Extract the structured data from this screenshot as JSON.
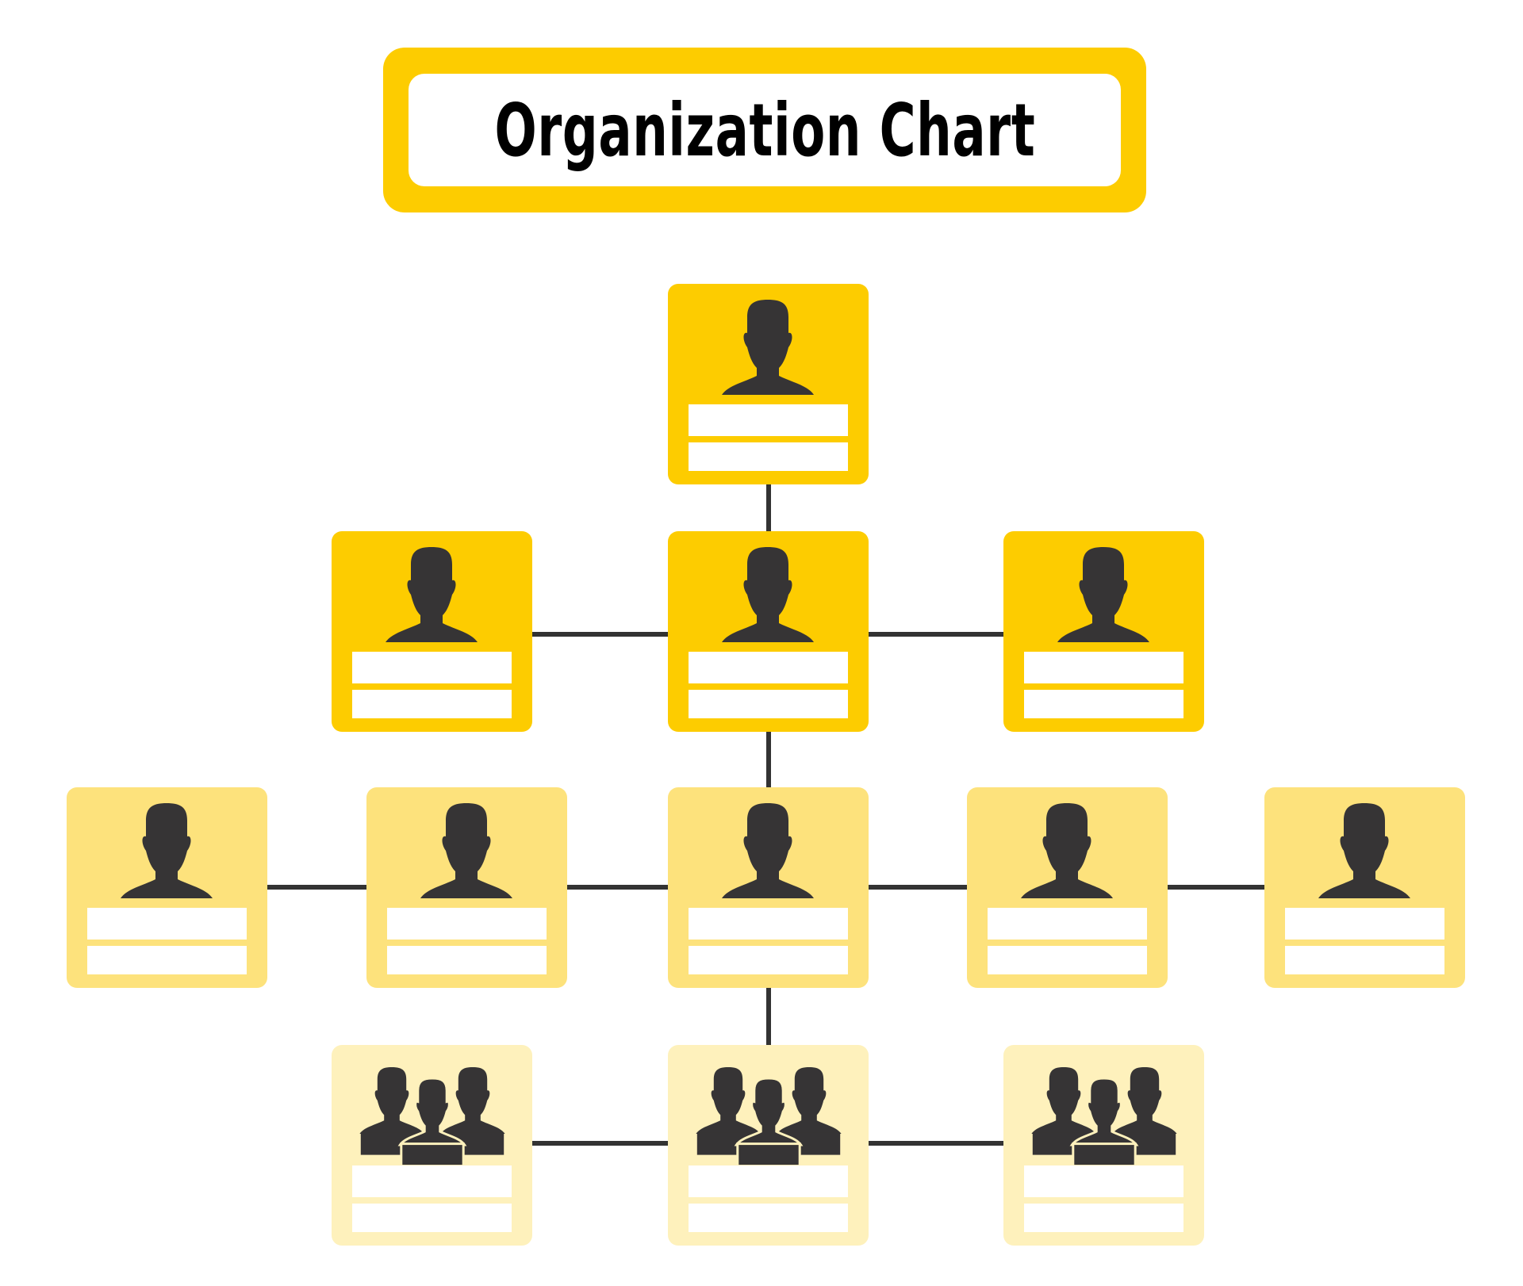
{
  "title": "Organization Chart",
  "colors": {
    "level1": "#FDCC00",
    "level2": "#FDCC00",
    "level3": "#FDE27C",
    "level4": "#FEF1BC",
    "silhouette": "#363435",
    "connector": "#333333",
    "title_border": "#FDCC00"
  },
  "icons": {
    "person": "person-silhouette-icon",
    "team": "team-silhouette-icon"
  },
  "levels": [
    {
      "level": 1,
      "nodes": 1,
      "icon": "person"
    },
    {
      "level": 2,
      "nodes": 3,
      "icon": "person"
    },
    {
      "level": 3,
      "nodes": 5,
      "icon": "person"
    },
    {
      "level": 4,
      "nodes": 3,
      "icon": "team"
    }
  ]
}
